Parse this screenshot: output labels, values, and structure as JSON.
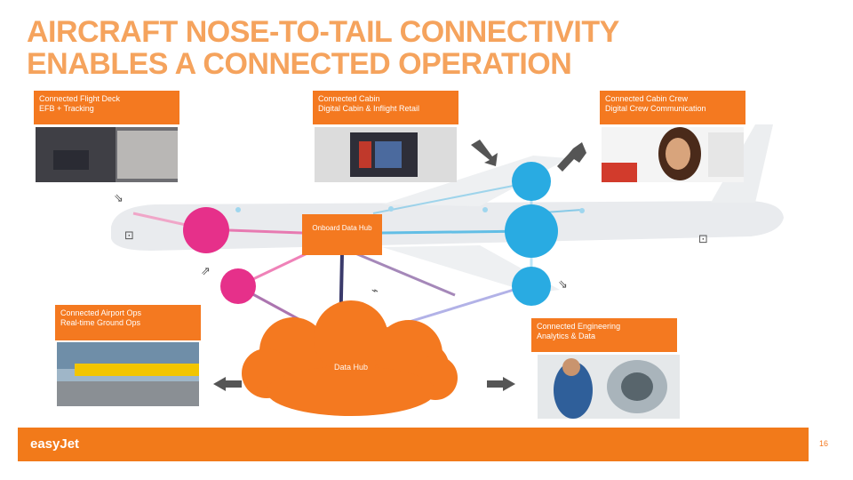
{
  "title": {
    "line1": "AIRCRAFT NOSE-TO-TAIL CONNECTIVITY",
    "line2": "ENABLES A CONNECTED OPERATION"
  },
  "callouts": {
    "flight_deck": "Connected Flight Deck\nEFB + Tracking",
    "cabin": "Connected Cabin\nDigital Cabin & Inflight Retail",
    "crew": "Connected Cabin Crew\nDigital Crew Communication",
    "ground": "Connected Airport Ops\nReal-time Ground Ops",
    "engineering": "Connected Engineering\nAnalytics & Data"
  },
  "nodes": {
    "hub": "Onboard Data Hub",
    "cloud": "Data Hub"
  },
  "footer": {
    "brand": "easyJet",
    "page": "16"
  },
  "colors": {
    "accent": "#f47920",
    "pink": "#e6308a",
    "blue": "#29abe2",
    "purple": "#6b3a8c",
    "title": "#f5a35d"
  },
  "icons": {
    "left_top": "signal-icon",
    "left_bottom": "signal-icon",
    "center_bottom": "signal-icon",
    "right_bottom": "signal-icon",
    "right_end": "signal-icon"
  }
}
